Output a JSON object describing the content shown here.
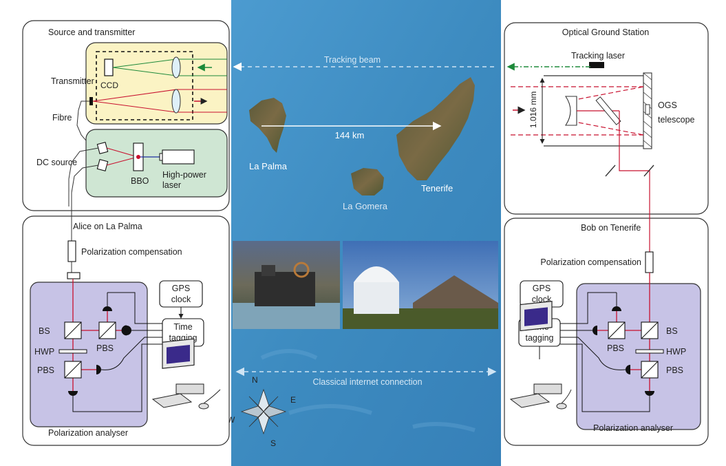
{
  "colors": {
    "sea": "#3f8ec2",
    "transmitter_fill": "#fbf3c4",
    "dc_source_fill": "#cfe6d3",
    "analyser_fill": "#c7c3e6",
    "red_beam": "#c8102e",
    "green_beam": "#1d8a3a",
    "link_dashed": "#cfe4f4"
  },
  "source": {
    "title": "Source and transmitter",
    "transmitter": "Transmitter",
    "ccd": "CCD",
    "fibre": "Fibre",
    "dc_source": "DC source",
    "bbo": "BBO",
    "laser": [
      "High-power",
      "laser"
    ]
  },
  "map": {
    "tracking_beam": "Tracking beam",
    "distance": "144 km",
    "la_palma": "La Palma",
    "la_gomera": "La Gomera",
    "tenerife": "Tenerife",
    "internet": "Classical internet connection",
    "compass": {
      "n": "N",
      "e": "E",
      "s": "S",
      "w": "W"
    }
  },
  "ogs": {
    "title": "Optical Ground Station",
    "tracking_laser": "Tracking laser",
    "aperture": "1.016 mm",
    "telescope": [
      "OGS",
      "telescope"
    ]
  },
  "alice": {
    "title": "Alice on La Palma",
    "pol_comp": "Polarization compensation",
    "gps": [
      "GPS",
      "clock"
    ],
    "time_tagging": [
      "Time",
      "tagging"
    ],
    "bs": "BS",
    "pbs1": "PBS",
    "hwp": "HWP",
    "pbs2": "PBS",
    "analyser": "Polarization analyser"
  },
  "bob": {
    "title": "Bob on Tenerife",
    "pol_comp": "Polarization compensation",
    "gps": [
      "GPS",
      "clock"
    ],
    "time_tagging": [
      "Time",
      "tagging"
    ],
    "bs": "BS",
    "pbs1": "PBS",
    "hwp": "HWP",
    "pbs2": "PBS",
    "analyser": "Polarization analyser"
  }
}
